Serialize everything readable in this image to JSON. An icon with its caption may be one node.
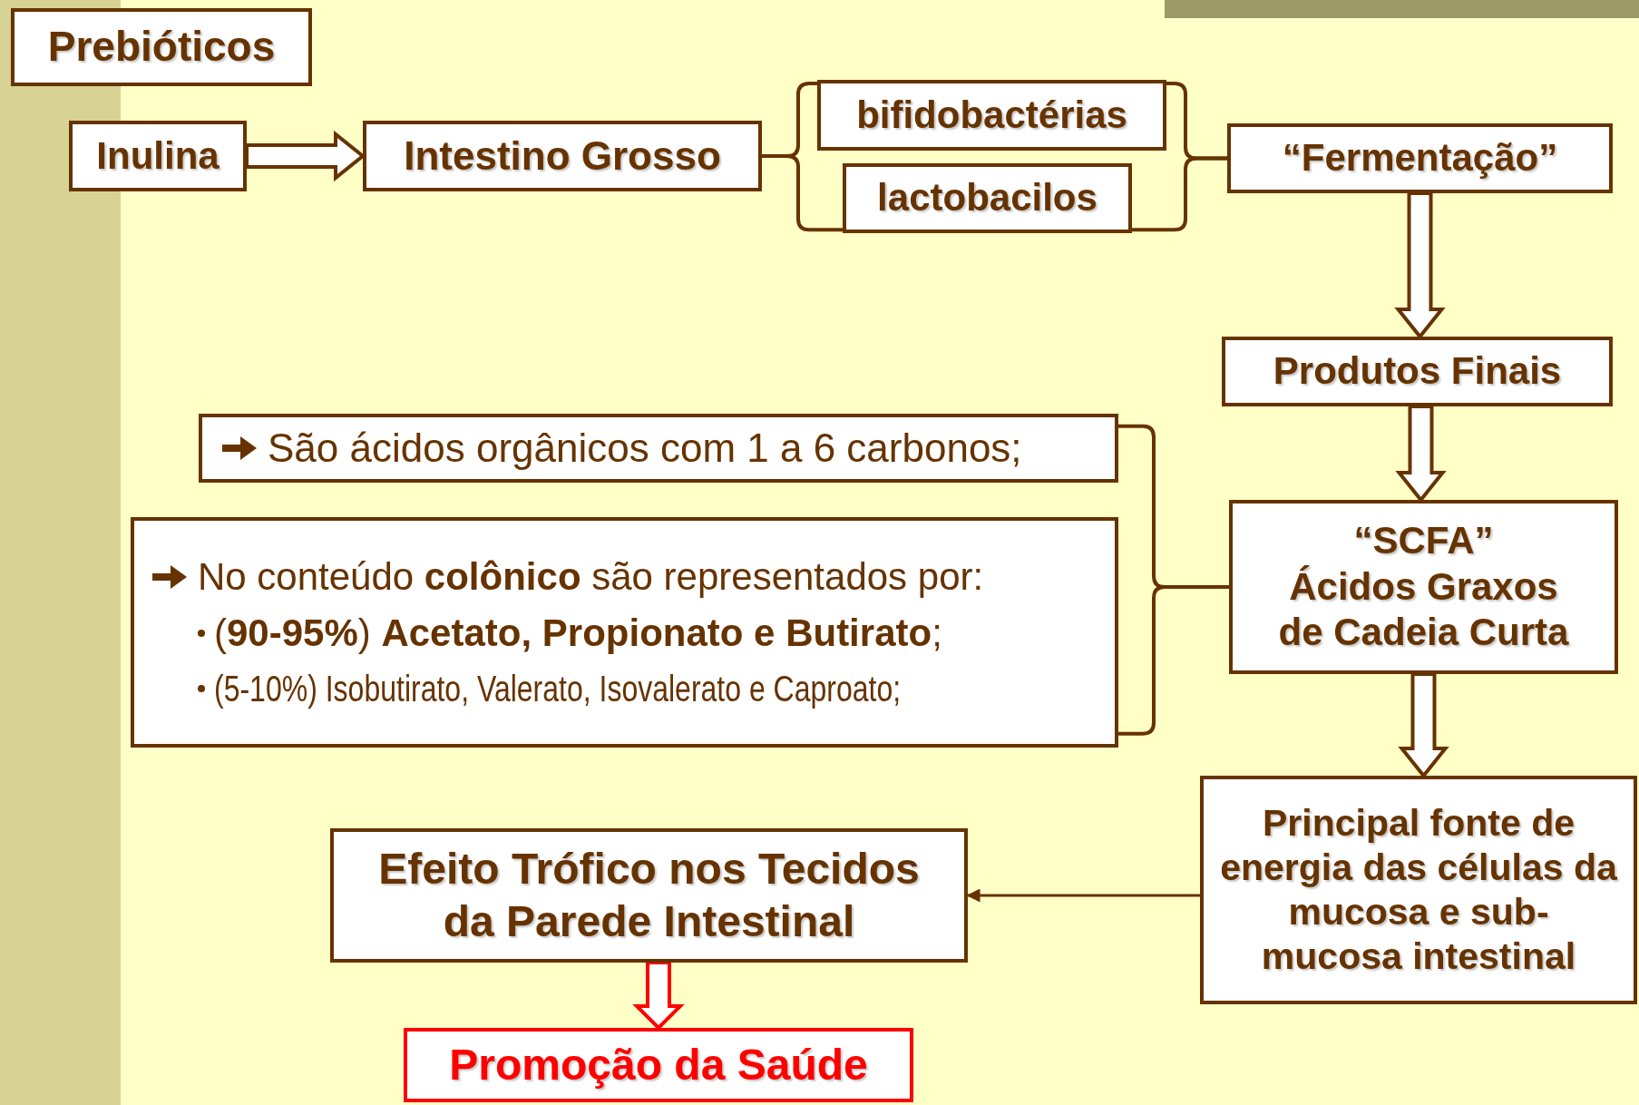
{
  "diagram": {
    "nodes": [
      {
        "text": [
          "Prebióticos"
        ]
      },
      {
        "text": [
          "Inulina"
        ]
      },
      {
        "text": [
          "Intestino Grosso"
        ]
      },
      {
        "text": [
          "bifidobactérias"
        ]
      },
      {
        "text": [
          "lactobacilos"
        ]
      },
      {
        "text": [
          "“Fermentação”"
        ]
      },
      {
        "text": [
          "Produtos Finais"
        ]
      },
      {
        "text": [
          "São ácidos orgânicos com 1 a 6 carbonos;"
        ]
      },
      {
        "text": [
          "No conteúdo **colônico** são representados por:",
          "(**90-95%**) **Acetato, Propionato e Butirato**;",
          "(5-10%) Isobutirato, Valerato, Isovalerato e Caproato;"
        ]
      },
      {
        "text": [
          "“SCFA”",
          "Ácidos Graxos de Cadeia Curta"
        ]
      },
      {
        "text": [
          "Principal fonte de energia das células da mucosa e sub-mucosa intestinal"
        ]
      },
      {
        "text": [
          "Efeito Trófico nos Tecidos da Parede Intestinal"
        ]
      },
      {
        "text": [
          "Promoção da Saúde"
        ]
      }
    ],
    "edges": [
      {
        "from": 1,
        "to": 2,
        "arrow": "to"
      },
      {
        "from": 2,
        "to": 3,
        "arrow": "none"
      },
      {
        "from": 2,
        "to": 4,
        "arrow": "none"
      },
      {
        "from": 3,
        "to": 5,
        "arrow": "none"
      },
      {
        "from": 4,
        "to": 5,
        "arrow": "none"
      },
      {
        "from": 5,
        "to": 6,
        "arrow": "to"
      },
      {
        "from": 6,
        "to": 9,
        "arrow": "to"
      },
      {
        "from": 7,
        "to": 9,
        "arrow": "none"
      },
      {
        "from": 8,
        "to": 9,
        "arrow": "none"
      },
      {
        "from": 9,
        "to": 10,
        "arrow": "to"
      },
      {
        "from": 10,
        "to": 11,
        "arrow": "to"
      },
      {
        "from": 11,
        "to": 12,
        "arrow": "to",
        "color": "#ff0000"
      }
    ]
  }
}
